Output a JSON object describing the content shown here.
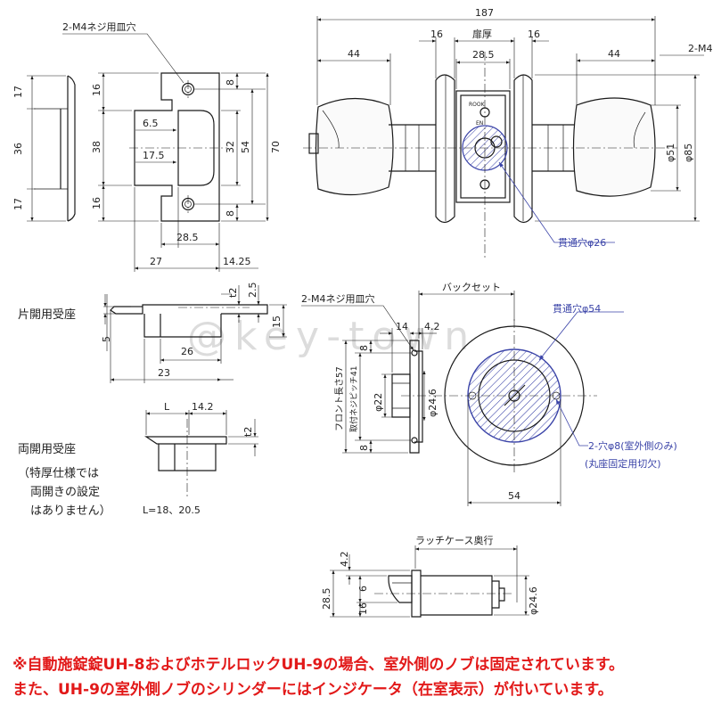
{
  "watermark": "@key-town",
  "screw_hole": "2-M4ネジ用皿穴",
  "strike_dims": {
    "h17a": "17",
    "h36": "36",
    "h17b": "17",
    "w6_5": "6.5",
    "w17_5": "17.5",
    "h38": "38",
    "h16a": "16",
    "h16b": "16",
    "h8a": "8",
    "h8b": "8",
    "h32": "32",
    "h54": "54",
    "h70": "70",
    "w28_5": "28.5",
    "w27": "27",
    "w14_25": "14.25"
  },
  "knob_view": {
    "total": "187",
    "side_left": "44",
    "side_right": "44",
    "rose_l": "16",
    "rose_r": "16",
    "door": "扉厚",
    "door_w": "28.5",
    "phi51": "φ51",
    "phi85": "φ85",
    "thru_hole": "貫通穴φ26",
    "cut_label": "2-M4"
  },
  "single_keeper": {
    "label": "片開用受座",
    "t2": "t2",
    "d2_5": "2.5",
    "d5": "5",
    "d15": "15",
    "d26": "26",
    "d23": "23"
  },
  "double_keeper": {
    "label": "両開用受座",
    "note1": "（特厚仕様では",
    "note2": "両開きの設定",
    "note3": "はありません）",
    "L": "L",
    "d14_2": "14.2",
    "t2": "t2",
    "Lvals": "L=18、20.5"
  },
  "front": {
    "backset": "バックセット",
    "front_len": "フロント長さ57",
    "pitch": "取付ネジピッチ41",
    "d14": "14",
    "d4_2": "4.2",
    "d8a": "8",
    "d8b": "8",
    "phi22": "φ22",
    "phi24_6": "φ24.6",
    "screw": "2-M4ネジ用皿穴"
  },
  "rose": {
    "thru": "貫通穴φ54",
    "hole8": "2-穴φ8(室外側のみ)",
    "hole8_note": "(丸座固定用切欠)",
    "d54": "54"
  },
  "latch": {
    "depth": "ラッチケース奥行",
    "d4_2": "4.2",
    "d6": "6",
    "d16": "16",
    "d28_5": "28.5",
    "phi24_6": "φ24.6"
  },
  "notes": [
    "※自動施錠錠UH-8およびホテルロックUH-9の場合、室外側のノブは固定されています。",
    "また、UH-9の室外側ノブのシリンダーにはインジケータ（在室表示）が付いています。"
  ]
}
